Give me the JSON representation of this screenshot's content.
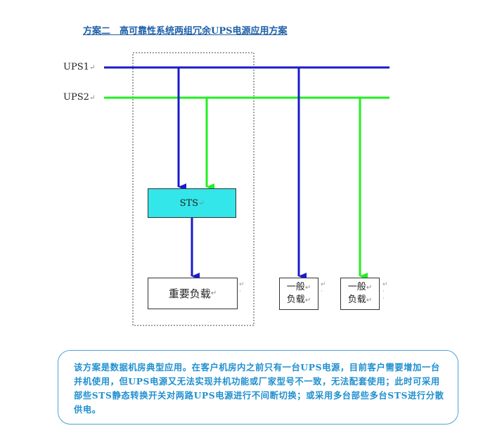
{
  "title": "方案二　高可靠性系统两组冗余UPS电源应用方案",
  "buses": [
    {
      "label": "UPS1",
      "color": "#1a1acc"
    },
    {
      "label": "UPS2",
      "color": "#22ee22"
    }
  ],
  "return_mark": "↵",
  "sts_label": "STS",
  "loads": {
    "critical": "重要负载",
    "general_1": {
      "line1": "一般",
      "line2": "负载"
    },
    "general_2": {
      "line1": "一般",
      "line2": "负载"
    }
  },
  "note": "该方案是数据机房典型应用。在客户机房内之前只有一台UPS电源，目前客户需要增加一台并机使用，但UPS电源又无法实现并机功能或厂家型号不一致，无法配套使用；此时可采用部些STS静态转换开关对两路UPS电源进行不间断切换；或采用多台部些多台STS进行分散供电。"
}
